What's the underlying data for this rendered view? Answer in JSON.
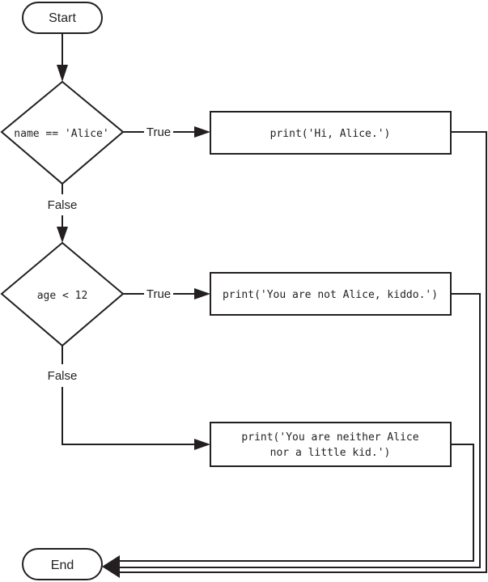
{
  "flowchart": {
    "start": {
      "label": "Start"
    },
    "end": {
      "label": "End"
    },
    "decisions": [
      {
        "condition": "name == 'Alice'",
        "true_label": "True",
        "false_label": "False"
      },
      {
        "condition": "age < 12",
        "true_label": "True",
        "false_label": "False"
      }
    ],
    "actions": [
      {
        "lines": [
          "print('Hi, Alice.')"
        ]
      },
      {
        "lines": [
          "print('You are not Alice, kiddo.')"
        ]
      },
      {
        "lines": [
          "print('You are neither Alice",
          "nor a little kid.')"
        ]
      }
    ]
  }
}
